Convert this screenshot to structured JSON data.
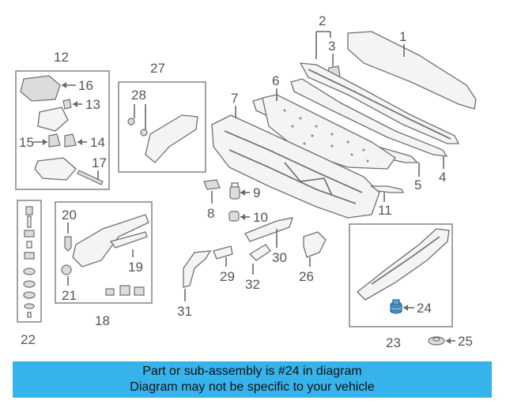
{
  "diagram": {
    "callouts": {
      "n1": "1",
      "n2": "2",
      "n3": "3",
      "n4": "4",
      "n5": "5",
      "n6": "6",
      "n7": "7",
      "n8": "8",
      "n9": "9",
      "n10": "10",
      "n11": "11",
      "n12": "12",
      "n13": "13",
      "n14": "14",
      "n15": "15",
      "n16": "16",
      "n17": "17",
      "n18": "18",
      "n19": "19",
      "n20": "20",
      "n21": "21",
      "n22": "22",
      "n23": "23",
      "n24": "24",
      "n25": "25",
      "n26": "26",
      "n27": "27",
      "n28": "28",
      "n29": "29",
      "n30": "30",
      "n31": "31",
      "n32": "32"
    },
    "highlight_color": "#5aa7e0"
  },
  "caption": {
    "line1": "Part or sub-assembly is #24 in diagram",
    "line2": "Diagram may not be specific to your vehicle",
    "background": "#37b3ec"
  }
}
